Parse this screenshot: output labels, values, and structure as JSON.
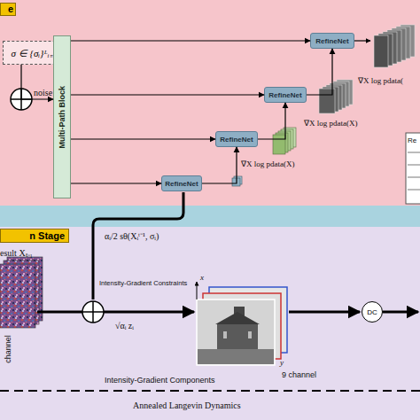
{
  "diagram": {
    "nodes": [
      {
        "text": [
          "e"
        ]
      },
      {
        "text": [
          "σ ∈ {σᵢ}ᴸᵢ₌₁"
        ],
        "in": 0
      },
      {
        "text": [
          "Multi-Path Block"
        ],
        "in": 0
      },
      {
        "text": [
          "RefineNet"
        ],
        "in": 0
      },
      {
        "text": [
          "RefineNet"
        ],
        "in": 0
      },
      {
        "text": [
          "RefineNet"
        ],
        "in": 0
      },
      {
        "text": [
          "RefineNet"
        ],
        "in": 0
      },
      {
        "text": [
          "n Stage"
        ]
      },
      {
        "text": [
          "DC"
        ],
        "in": 7
      }
    ],
    "edges": [
      {
        "from": 2,
        "to": 3,
        "arrow": "to"
      },
      {
        "from": 2,
        "to": 4,
        "arrow": "to"
      },
      {
        "from": 2,
        "to": 5,
        "arrow": "to"
      },
      {
        "from": 2,
        "to": 6,
        "arrow": "to"
      },
      {
        "from": 6,
        "to": 5,
        "arrow": "to"
      },
      {
        "from": 5,
        "to": 4,
        "arrow": "to"
      },
      {
        "from": 4,
        "to": 3,
        "arrow": "to"
      },
      {
        "from": 1,
        "to": 2,
        "arrow": "to"
      }
    ],
    "labels": [
      "noise",
      "∇X log pdata(",
      "∇X log pdata(X)",
      "∇X log pdata(X)",
      "Re",
      "αᵢ/2 sθ(Xᵢᵗ⁻¹, σᵢ)",
      "esult Xₜ₋₁",
      "channel",
      "Intensity-Gradient Constraints",
      "x",
      "√αᵢ zᵢ",
      "y",
      "9 channel",
      "Intensity-Gradient Components",
      "Annealed Langevin Dynamics"
    ]
  }
}
